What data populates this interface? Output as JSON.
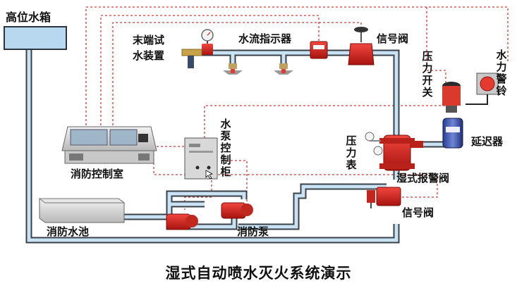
{
  "title": "湿式自动喷水灭火系统演示",
  "labels": {
    "tank": "高位水箱",
    "terminal_line1": "末端试",
    "terminal_line2": "水装置",
    "flow_indicator": "水流指示器",
    "signal_valve_top": "信号阀",
    "pressure_switch": "压力开关",
    "water_gong": "水力警铃",
    "delay": "延迟器",
    "pressure_gauge": "压力表",
    "alarm_valve": "湿式报警阀",
    "signal_valve_bottom": "信号阀",
    "control_room": "消防控制室",
    "pump_cabinet": "水泵控制柜",
    "pool": "消防水池",
    "pump": "消防泵"
  },
  "colors": {
    "pipe_outline": "#3a4048",
    "pipe_fill": "#c9e3f5",
    "signal_line": "#d23a3a",
    "valve_red": "#d7201b",
    "tank_fill": "#b7d8ee"
  }
}
